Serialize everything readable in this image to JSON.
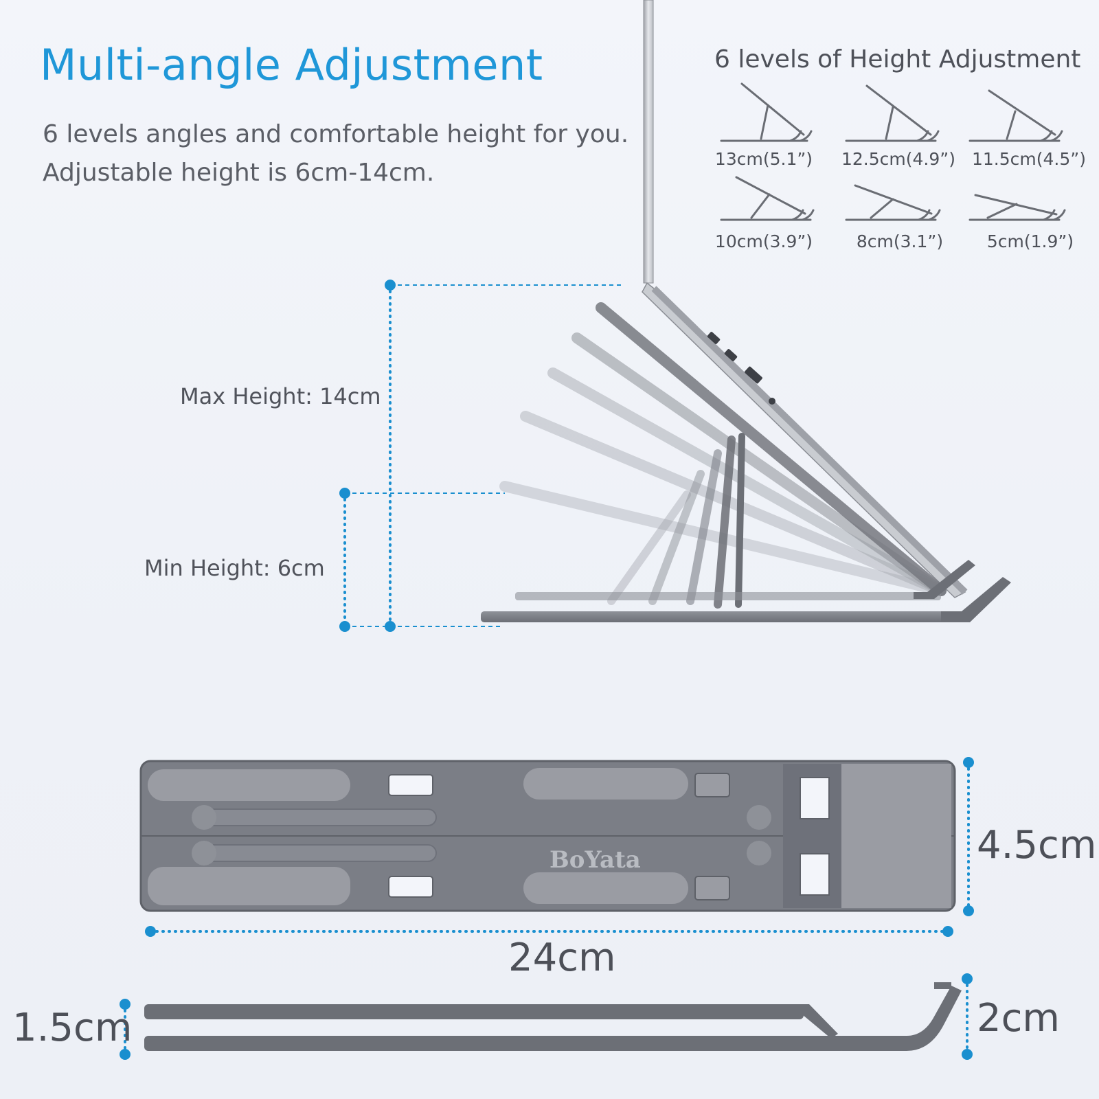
{
  "header": {
    "title": "Multi-angle Adjustment",
    "subtitle_line1": "6 levels angles and comfortable height for you.",
    "subtitle_line2": "Adjustable height is 6cm-14cm."
  },
  "levels": {
    "title": "6 levels of Height Adjustment",
    "items": [
      {
        "label": "13cm(5.1”)"
      },
      {
        "label": "12.5cm(4.9”)"
      },
      {
        "label": "11.5cm(4.5”)"
      },
      {
        "label": "10cm(3.9”)"
      },
      {
        "label": "8cm(3.1”)"
      },
      {
        "label": "5cm(1.9”)"
      }
    ]
  },
  "side_view": {
    "max_label": "Max Height: 14cm",
    "min_label": "Min Height: 6cm"
  },
  "folded": {
    "brand": "BoYata",
    "width_label": "24cm",
    "depth_label": "4.5cm",
    "left_thickness_label": "1.5cm",
    "right_thickness_label": "2cm"
  },
  "colors": {
    "accent": "#1f97d8",
    "metal": "#7d8088",
    "metal_dark": "#5e6168",
    "pad": "#9a9ca3"
  }
}
